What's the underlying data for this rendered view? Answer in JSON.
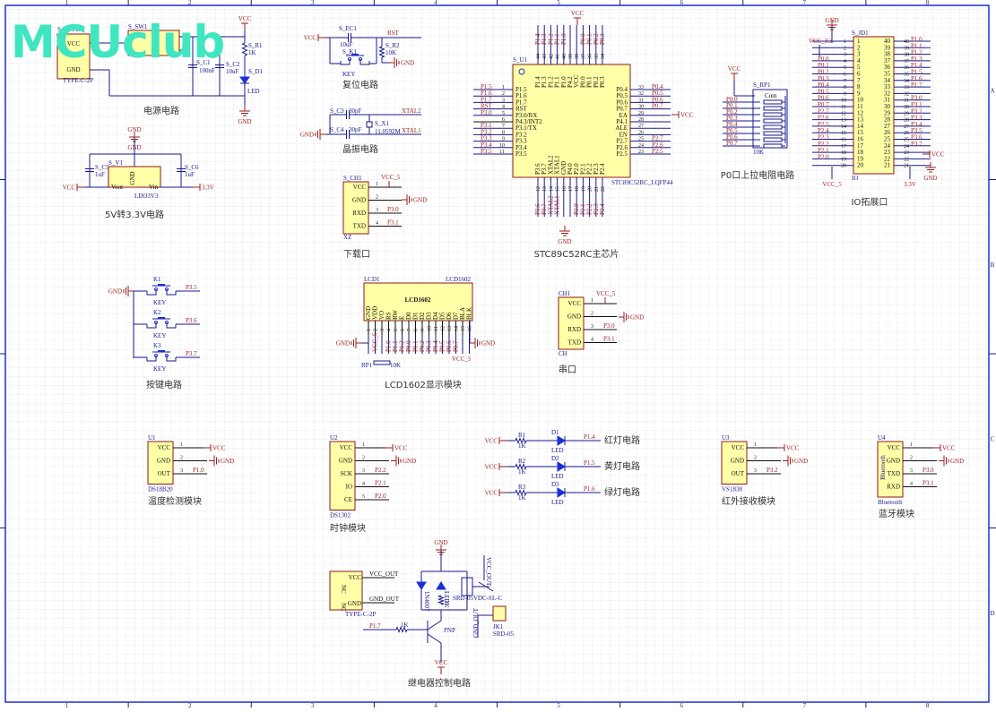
{
  "logo": "MCUclub",
  "border": {
    "columns": [
      "1",
      "2",
      "3",
      "4",
      "5",
      "6",
      "7",
      "8"
    ],
    "rows": [
      "A",
      "B",
      "C",
      "D"
    ]
  },
  "power": {
    "title": "电源电路",
    "connector": "S_TYPE",
    "connector_part": "TYPE-C-2P",
    "switch": "S_SW1",
    "c1": "S_C1",
    "c1_val": "100nF",
    "c2": "S_C2",
    "c2_val": "10uF",
    "r1": "S_R1",
    "r1_val": "1K",
    "d1": "S_D1",
    "d1_val": "LED",
    "vcc": "VCC",
    "gnd": "GND",
    "pins": [
      "VCC",
      "GND"
    ]
  },
  "reset": {
    "title": "复位电路",
    "ec1": "S_EC1",
    "ec1_val": "10uF",
    "k1": "S_K1",
    "key": "KEY",
    "r2": "S_R2",
    "r2_val": "10K",
    "vcc": "VCC",
    "rst": "RST",
    "gnd": "GND"
  },
  "crystal": {
    "title": "晶振电路",
    "c3": "S_C3",
    "c3_val": "30pF",
    "c4": "S_C4",
    "c4_val": "30pF",
    "x1": "S_X1",
    "x1_val": "11.0592M",
    "xtal2": "XTAL2",
    "xtal1": "XTAL1",
    "gnd": "GND"
  },
  "ldo": {
    "title": "5V转3.3V电路",
    "ref": "S_V1",
    "part": "LDO3V3",
    "c5": "S_C5",
    "c5_val": "1uF",
    "c6": "S_C6",
    "c6_val": "1uF",
    "vin": "3.3V",
    "vcc": "VCC",
    "gnd": "GND",
    "pins": [
      "Vout",
      "GND",
      "Vin"
    ]
  },
  "mcu": {
    "title": "STC89C52RC主芯片",
    "ref": "S_U1",
    "part": "STC89C52RC_LQFP44",
    "vcc": "VCC",
    "gnd": "GND",
    "left": [
      [
        "1",
        "P1.5",
        "P1.5"
      ],
      [
        "2",
        "P1.6",
        "P1.6"
      ],
      [
        "3",
        "P1.7",
        "P1.7"
      ],
      [
        "4",
        "RST",
        "RST"
      ],
      [
        "5",
        "P3.0/RX",
        "P3.0"
      ],
      [
        "6",
        "P4.3/INT2",
        ""
      ],
      [
        "7",
        "P3.1/TX",
        "P3.1"
      ],
      [
        "8",
        "P3.2",
        "P3.2"
      ],
      [
        "9",
        "P3.3",
        "P3.3"
      ],
      [
        "10",
        "P3.4",
        "P3.4"
      ],
      [
        "11",
        "P3.5",
        "P3.5"
      ]
    ],
    "right": [
      [
        "33",
        "P0.4",
        "P0.4"
      ],
      [
        "32",
        "P0.5",
        "P0.5"
      ],
      [
        "31",
        "P0.6",
        "P0.6"
      ],
      [
        "30",
        "P0.7",
        "P0.7"
      ],
      [
        "29",
        "EA",
        ""
      ],
      [
        "28",
        "P4.1",
        ""
      ],
      [
        "27",
        "ALE",
        ""
      ],
      [
        "26",
        "EN",
        ""
      ],
      [
        "25",
        "P2.7",
        "P2.7"
      ],
      [
        "24",
        "P2.6",
        "P2.6"
      ],
      [
        "23",
        "P2.5",
        "P2.5"
      ]
    ],
    "top": [
      [
        "44",
        "P1.4",
        "P1.4"
      ],
      [
        "43",
        "P1.3",
        "P1.3"
      ],
      [
        "42",
        "P1.2",
        "P1.2"
      ],
      [
        "41",
        "P1.1",
        "P1.1"
      ],
      [
        "40",
        "P1.0",
        "P1.0"
      ],
      [
        "39",
        "P4.2",
        ""
      ],
      [
        "38",
        "VCC",
        ""
      ],
      [
        "37",
        "P0.0",
        "P0.0"
      ],
      [
        "36",
        "P0.1",
        "P0.1"
      ],
      [
        "35",
        "P0.2",
        "P0.2"
      ],
      [
        "34",
        "P0.3",
        "P0.3"
      ]
    ],
    "bottom": [
      [
        "12",
        "P3.6",
        "P3.6"
      ],
      [
        "13",
        "P3.7",
        "P3.7"
      ],
      [
        "14",
        "XTAL2",
        "XTAL2"
      ],
      [
        "15",
        "XTAL1",
        "XTAL1"
      ],
      [
        "16",
        "GND",
        ""
      ],
      [
        "17",
        "P4.0",
        ""
      ],
      [
        "18",
        "P2.0",
        "P2.0"
      ],
      [
        "19",
        "P2.1",
        "P2.1"
      ],
      [
        "20",
        "P2.2",
        "P2.2"
      ],
      [
        "21",
        "P2.3",
        "P2.3"
      ],
      [
        "22",
        "P2.4",
        "P2.4"
      ]
    ]
  },
  "pullup": {
    "title": "P0口上拉电阻电路",
    "ref": "S_RP1",
    "val": "10K",
    "com": "Com",
    "vcc": "VCC",
    "nets": [
      "P0.0",
      "P0.1",
      "P0.2",
      "P0.3",
      "P0.4",
      "P0.5",
      "P0.6",
      "P0.7"
    ]
  },
  "io": {
    "title": "IO拓展口",
    "ref": "S_JD1",
    "part": "IO",
    "gnd": "GND",
    "vcc33": "VCC_3.3",
    "vcc5": "VCC_5",
    "v33": "3.3V",
    "vcc": "VCC",
    "left_nets": [
      "",
      "",
      "",
      "P0.0",
      "P0.1",
      "P0.2",
      "P0.3",
      "P0.4",
      "P0.5",
      "P0.6",
      "P0.7",
      "P2.7",
      "P2.6",
      "P2.5",
      "P2.4",
      "P2.3",
      "P2.2",
      "P2.1",
      "P2.0",
      ""
    ],
    "right_nets": [
      "P1.0",
      "P1.1",
      "P1.2",
      "P1.3",
      "P1.4",
      "P1.5",
      "P1.6",
      "P1.7",
      "",
      "P3.0",
      "P3.1",
      "P3.2",
      "P3.3",
      "P3.4",
      "P3.5",
      "P3.6",
      "P3.7",
      "",
      "",
      ""
    ]
  },
  "download": {
    "title": "下载口",
    "ref": "S_CH1",
    "part": "XZ",
    "vcc5": "VCC_5",
    "gnd": "GND",
    "pins": [
      "VCC",
      "GND",
      "RXD",
      "TXD"
    ],
    "nets": [
      "",
      "",
      "P3.0",
      "P3.1"
    ]
  },
  "keys": {
    "title": "按键电路",
    "gnd": "GND",
    "items": [
      {
        "ref": "K1",
        "val": "KEY",
        "net": "P3.5"
      },
      {
        "ref": "K2",
        "val": "KEY",
        "net": "P3.6"
      },
      {
        "ref": "K3",
        "val": "KEY",
        "net": "P3.7"
      }
    ]
  },
  "lcd": {
    "title": "LCD1602显示模块",
    "ref": "LCD1",
    "part": "LCD1602",
    "label": "LCD1602",
    "rp": "RP1",
    "rp_val": "10K",
    "gnd": "GND",
    "vcc5": "VCC_5",
    "pins": [
      "GND",
      "VDD",
      "VO",
      "RS",
      "RW",
      "E",
      "D0",
      "D1",
      "D2",
      "D3",
      "D4",
      "D5",
      "D6",
      "D7",
      "BLA",
      "BLK"
    ],
    "nets": [
      "",
      "VCC_5",
      "",
      "P1.0",
      "P1.1",
      "P1.2",
      "P0.0",
      "P0.1",
      "P0.2",
      "P0.3",
      "P0.4",
      "P0.5",
      "P0.6",
      "P0.7",
      "",
      ""
    ]
  },
  "serial": {
    "title": "串口",
    "ref": "CH1",
    "part": "CH",
    "vcc5": "VCC_5",
    "gnd": "GND",
    "pins": [
      "VCC",
      "GND",
      "RXD",
      "TXD"
    ],
    "nets": [
      "",
      "",
      "P3.0",
      "P3.1"
    ]
  },
  "temp": {
    "title": "温度检测模块",
    "ref": "U1",
    "part": "DS18B20",
    "pins": [
      "VCC",
      "GND",
      "OUT"
    ],
    "vcc": "VCC",
    "gnd": "GND",
    "out": "P1.0"
  },
  "clock": {
    "title": "时钟模块",
    "ref": "U2",
    "part": "DS1302",
    "pins": [
      "VCC",
      "GND",
      "SCK",
      "IO",
      "CE"
    ],
    "vcc": "VCC",
    "gnd": "GND",
    "nets": [
      "P2.2",
      "P2.1",
      "P2.0"
    ]
  },
  "leds": {
    "items": [
      {
        "r": "R1",
        "rv": "1K",
        "d": "D1",
        "dv": "LED",
        "net": "P1.4",
        "title": "红灯电路"
      },
      {
        "r": "R2",
        "rv": "1K",
        "d": "D2",
        "dv": "LED",
        "net": "P1.5",
        "title": "黄灯电路"
      },
      {
        "r": "R3",
        "rv": "1K",
        "d": "D3",
        "dv": "LED",
        "net": "P1.6",
        "title": "绿灯电路"
      }
    ],
    "vcc": "VCC"
  },
  "ir": {
    "title": "红外接收模块",
    "ref": "U3",
    "part": "VS1838",
    "pins": [
      "VCC",
      "GND",
      "OUT"
    ],
    "vcc": "VCC",
    "gnd": "GND",
    "out": "P3.2"
  },
  "bt": {
    "title": "蓝牙模块",
    "ref": "U4",
    "part": "Bluetooth",
    "inner": "Bluetooth",
    "pins": [
      "VCC",
      "GND",
      "TXD",
      "RXD"
    ],
    "vcc": "VCC",
    "gnd": "GND",
    "nets": [
      "P3.0",
      "P3.1"
    ]
  },
  "relay": {
    "title": "继电器控制电路",
    "conn_part": "TYPE-C-2P",
    "pins": [
      "VCC",
      "GND"
    ],
    "nc": "NC",
    "vcc_out": "VCC_OUT",
    "gnd_out": "GND_OUT",
    "gnd": "GND",
    "vcc": "VCC",
    "diode": "1N4007",
    "led": "LED",
    "r": "1K",
    "rb": "1K",
    "p17": "P1.7",
    "pnp": "PNP",
    "relay": "SRD-05VDC-SL-C",
    "jk": "JK1",
    "jk_part": "SRD-05"
  }
}
